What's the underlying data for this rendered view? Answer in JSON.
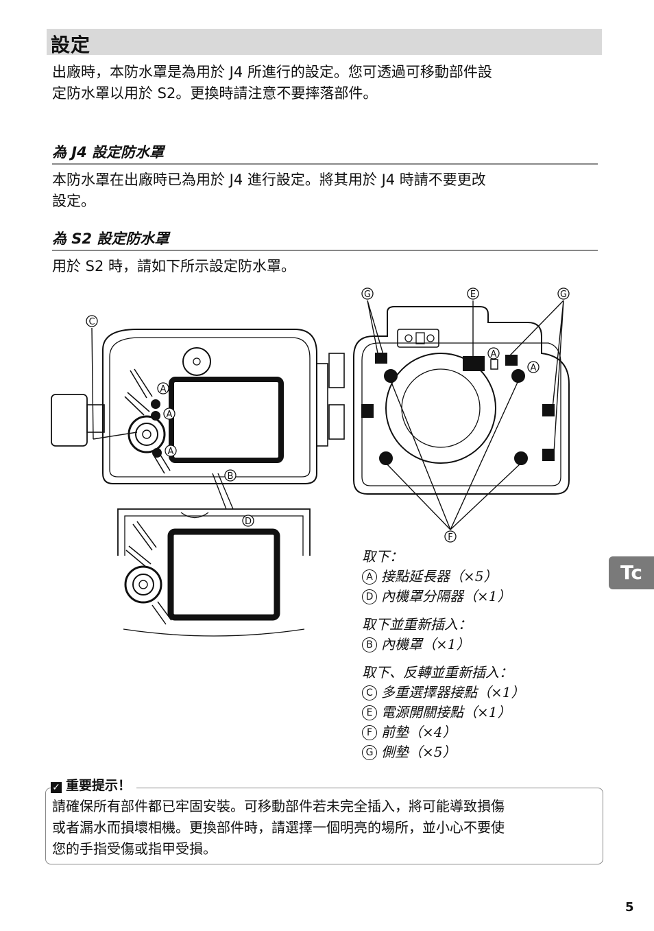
{
  "header": {
    "title": "設定"
  },
  "intro": {
    "line1": "出廠時，本防水罩是為用於 J4 所進行的設定。您可透過可移動部件設",
    "line2": "定防水罩以用於 S2。更換時請注意不要摔落部件。"
  },
  "section_j4": {
    "heading": "為 J4 設定防水罩",
    "line1": "本防水罩在出廠時已為用於 J4 進行設定。將其用於 J4 時請不要更改",
    "line2": "設定。"
  },
  "section_s2": {
    "heading": "為 S2 設定防水罩",
    "line1": "用於 S2 時，請如下所示設定防水罩。"
  },
  "callouts": {
    "A": "A",
    "B": "B",
    "C": "C",
    "D": "D",
    "E": "E",
    "F": "F",
    "G": "G"
  },
  "instructions": {
    "remove_title": "取下：",
    "remove_a": "接點延長器（×5）",
    "remove_d": "內機罩分隔器（×1）",
    "reinsert_title": "取下並重新插入：",
    "reinsert_b": "內機罩（×1）",
    "flip_title": "取下、反轉並重新插入：",
    "flip_c": "多重選擇器接點（×1）",
    "flip_e": "電源開關接點（×1）",
    "flip_f": "前墊（×4）",
    "flip_g": "側墊（×5）"
  },
  "side_tab": {
    "label": "Tc"
  },
  "notice": {
    "heading": "重要提示！",
    "line1": "請確保所有部件都已牢固安裝。可移動部件若未完全插入，將可能導致損傷",
    "line2": "或者漏水而損壞相機。更換部件時，請選擇一個明亮的場所，並小心不要使",
    "line3": "您的手指受傷或指甲受損。"
  },
  "page": {
    "number": "5"
  }
}
